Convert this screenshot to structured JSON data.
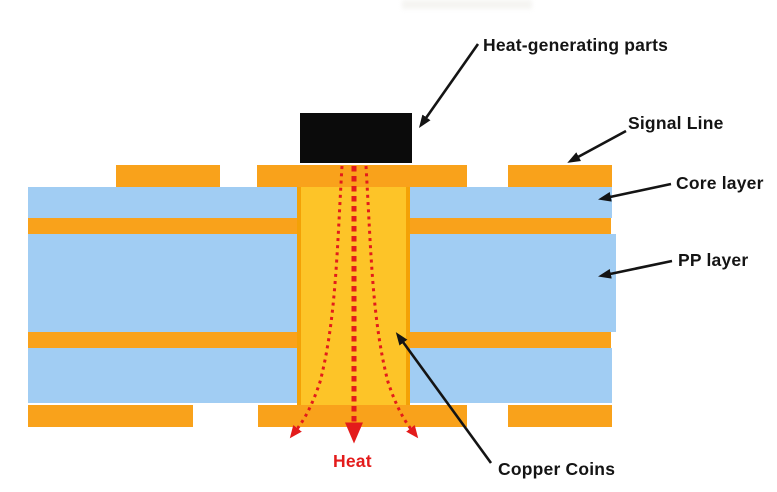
{
  "diagram": {
    "title_semantic": "PCB copper coin heat dissipation cross-section",
    "labels": {
      "heat_generating_parts": "Heat-generating parts",
      "signal_line": "Signal Line",
      "core_layer": "Core layer",
      "pp_layer": "PP layer",
      "copper_coins": "Copper Coins",
      "heat": "Heat"
    },
    "colors": {
      "copper_orange": "#F9A21B",
      "coin_yellow": "#FDC428",
      "substrate_blue": "#A1CDF3",
      "component_black": "#0B0B0B",
      "heat_red": "#E31B1B",
      "label_black": "#141414",
      "background": "#FFFFFF"
    }
  }
}
